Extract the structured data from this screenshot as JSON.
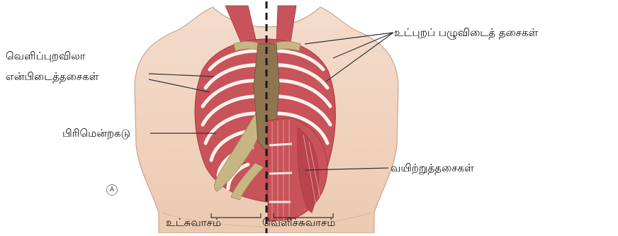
{
  "labels": {
    "outer_muscle_line1": "வெளிப்புறவிலா",
    "outer_muscle_line2": "என்பிடைத்தசைகள்",
    "inner_muscle": "உட்புறப் பழுவிடைத் தசைகள்",
    "diaphragm": "பிரிமென்றகடு",
    "abdominal_muscle": "வயிற்றுத்தசைகள்",
    "inhalation": "உட்சுவாசம்",
    "exhalation": "வெளிச்சுவாசம்",
    "panel_marker": "A"
  },
  "colors": {
    "skin": "#f1d2bc",
    "skin_shadow": "#e3b79d",
    "muscle": "#c9535a",
    "muscle_dark": "#a63a44",
    "rib": "#fbf3ea",
    "cartilage": "#c8b584",
    "sternum": "#8f7650",
    "midline": "#1a1a1a",
    "leader": "#333333"
  }
}
